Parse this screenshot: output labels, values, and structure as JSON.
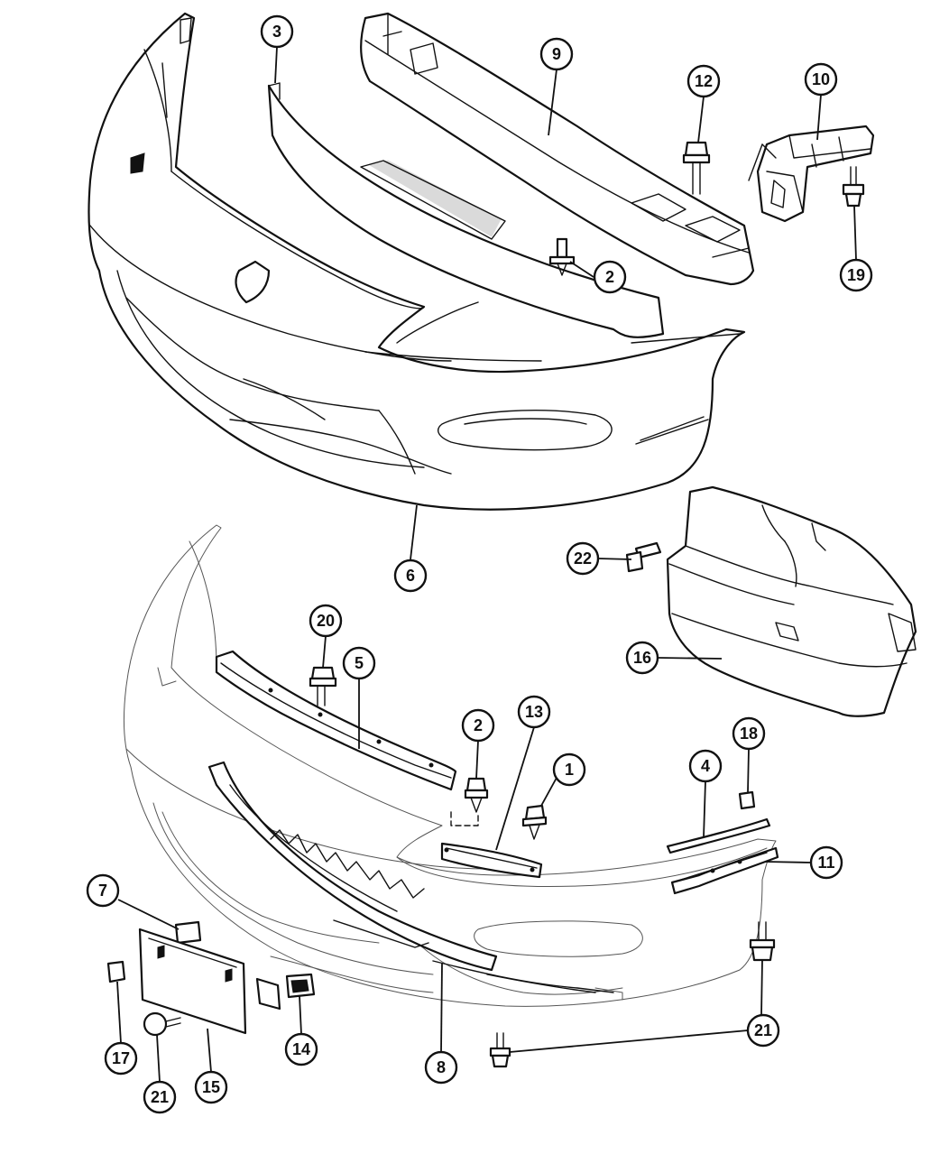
{
  "diagram": {
    "callouts": [
      {
        "id": "c3",
        "label": "3"
      },
      {
        "id": "c9",
        "label": "9"
      },
      {
        "id": "c12",
        "label": "12"
      },
      {
        "id": "c10",
        "label": "10"
      },
      {
        "id": "c2a",
        "label": "2"
      },
      {
        "id": "c19",
        "label": "19"
      },
      {
        "id": "c6",
        "label": "6"
      },
      {
        "id": "c22",
        "label": "22"
      },
      {
        "id": "c20",
        "label": "20"
      },
      {
        "id": "c5",
        "label": "5"
      },
      {
        "id": "c16",
        "label": "16"
      },
      {
        "id": "c2b",
        "label": "2"
      },
      {
        "id": "c13",
        "label": "13"
      },
      {
        "id": "c1",
        "label": "1"
      },
      {
        "id": "c18",
        "label": "18"
      },
      {
        "id": "c4",
        "label": "4"
      },
      {
        "id": "c11",
        "label": "11"
      },
      {
        "id": "c7",
        "label": "7"
      },
      {
        "id": "c21a",
        "label": "21"
      },
      {
        "id": "c17",
        "label": "17"
      },
      {
        "id": "c14",
        "label": "14"
      },
      {
        "id": "c8",
        "label": "8"
      },
      {
        "id": "c21b",
        "label": "21"
      },
      {
        "id": "c21c",
        "label": "21"
      },
      {
        "id": "c15",
        "label": "15"
      }
    ]
  }
}
